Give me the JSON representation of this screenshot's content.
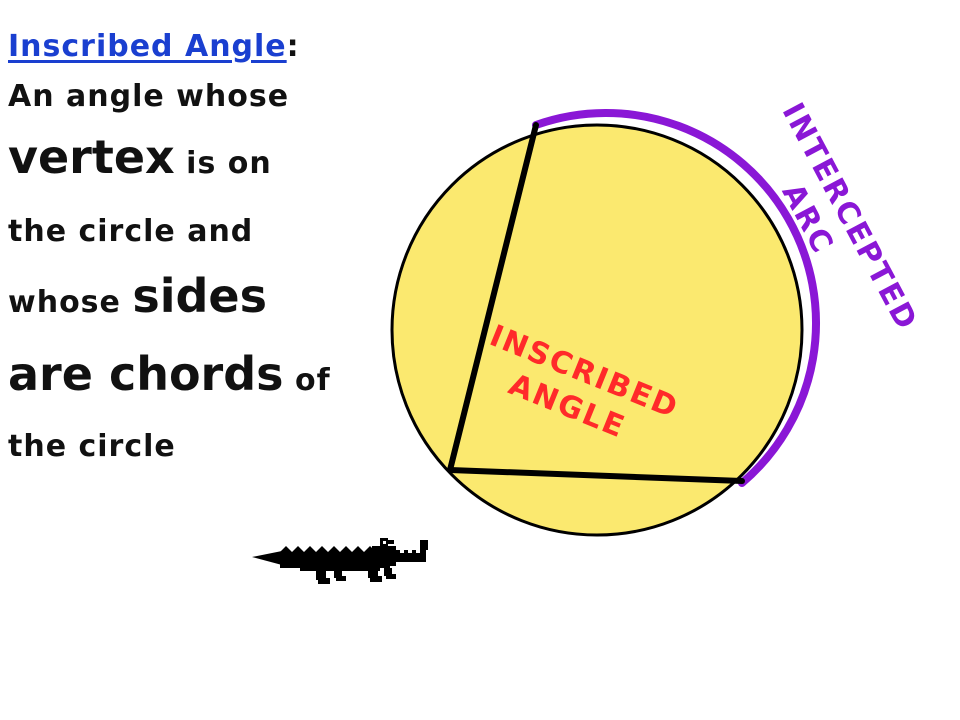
{
  "definition": {
    "term": "Inscribed Angle",
    "term_colon": ":",
    "line2": "An angle whose",
    "line3_big": "vertex",
    "line3_rest": " is on",
    "line4": "the circle and",
    "line5_small": "whose ",
    "line5_big": "sides",
    "line6_big": "are chords",
    "line6_rest": " of",
    "line7": "the circle"
  },
  "diagram": {
    "inscribed_label_1": "INSCRIBED",
    "inscribed_label_2": "ANGLE",
    "arc_label_1": "INTERCEPTED",
    "arc_label_2": "ARC"
  },
  "colors": {
    "circle_fill": "#fbe96f",
    "outline": "#000000",
    "arc": "#8a17d6",
    "inscribed_label": "#ff2a2a",
    "arc_label": "#8a17d6",
    "term": "#1a3fd0"
  },
  "icons": [
    "alligator-icon"
  ]
}
